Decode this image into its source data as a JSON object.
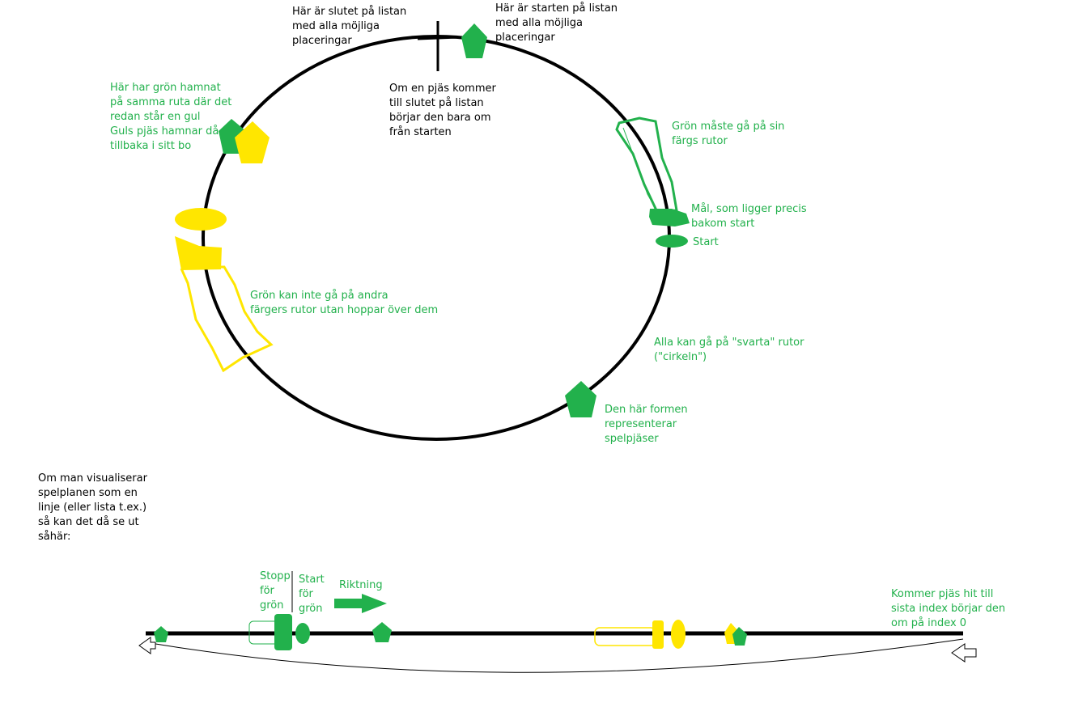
{
  "colors": {
    "green": "#22b14c",
    "yellow": "#ffe600",
    "black": "#000000",
    "text_green": "#22b14c",
    "text_black": "#000000"
  },
  "labels": {
    "end_of_list": [
      "Här är slutet på listan",
      "med alla möjliga",
      "placeringar"
    ],
    "start_of_list": [
      "Här är starten på listan",
      "med alla möjliga",
      "placeringar"
    ],
    "wrap_around": [
      "Om en pjäs kommer",
      "till slutet på listan",
      "börjar den bara om",
      "från starten"
    ],
    "capture": [
      "Här har grön hamnat",
      "på samma ruta där det",
      "redan står en gul",
      "Guls pjäs hamnar då",
      "tillbaka i sitt bo"
    ],
    "own_color_path": [
      "Grön måste gå på sin",
      "färgs rutor"
    ],
    "goal": [
      "Mål, som ligger precis",
      "bakom start"
    ],
    "start": [
      "Start"
    ],
    "cannot_walk_others": [
      "Grön kan inte gå på andra",
      "färgers rutor  utan hoppar över dem"
    ],
    "all_can_walk_black": [
      "Alla kan gå på \"svarta\" rutor",
      "(\"cirkeln\")"
    ],
    "piece_shape": [
      "Den här formen",
      "representerar",
      "spelpjäser"
    ],
    "visualise_line": [
      "Om man visualiserar",
      "spelplanen som en",
      "linje (eller lista t.ex.)",
      "så kan det då se ut",
      "såhär:"
    ],
    "stop_green": [
      "Stopp",
      "för",
      "grön"
    ],
    "start_green": [
      "Start",
      "för",
      "grön"
    ],
    "direction": [
      "Riktning"
    ],
    "last_index": [
      "Kommer pjäs hit till",
      "sista index börjar den",
      "om på index 0"
    ]
  }
}
